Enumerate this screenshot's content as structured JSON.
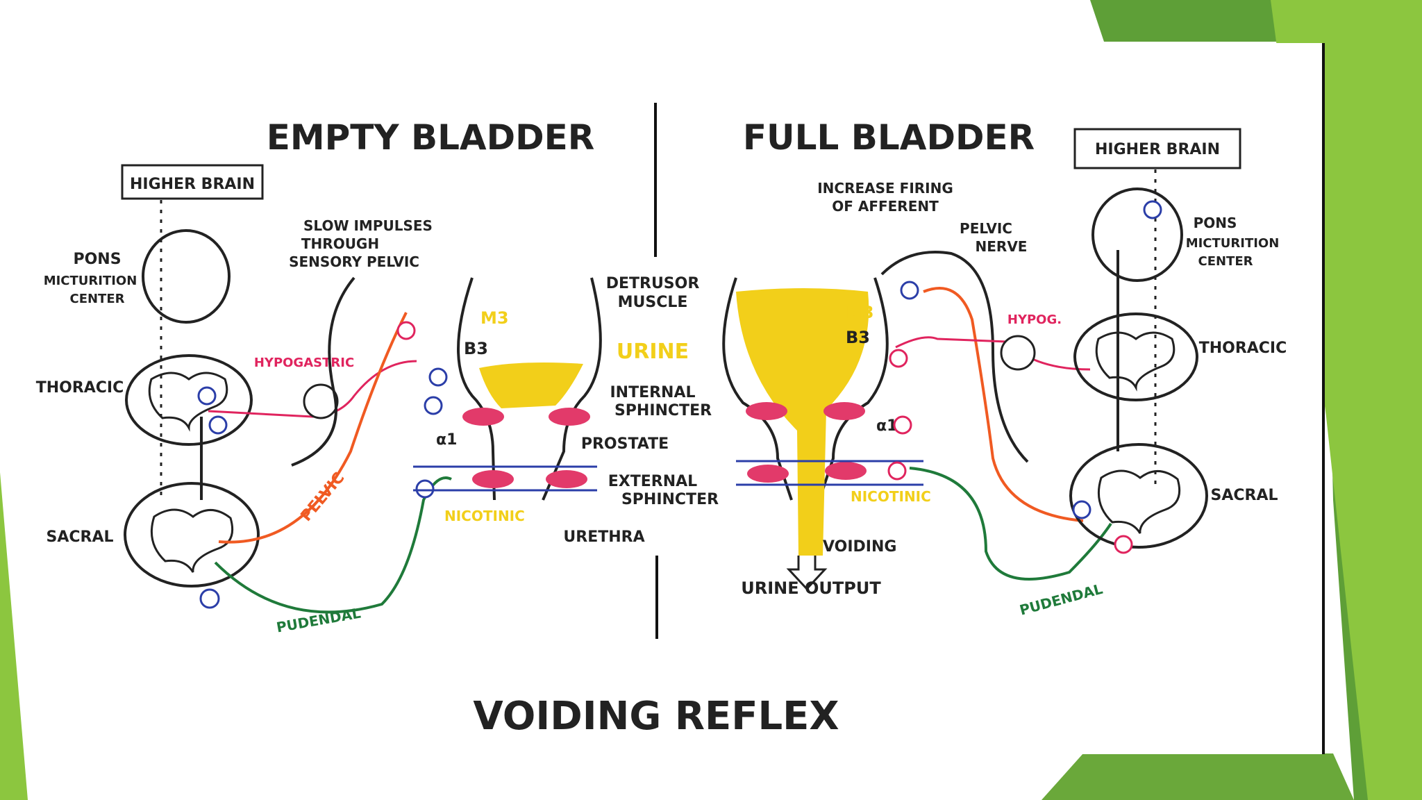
{
  "colors": {
    "background": "#ffffff",
    "green_dark": "#5b9a2e",
    "green_light": "#8cc63f",
    "ink": "#222222",
    "urine": "#f2cf1a",
    "sympathetic_red": "#e0245e",
    "pelvic_orange": "#f05a22",
    "pudendal_green": "#1f7a3a",
    "motor_blue": "#2b3ea8",
    "sphincter_pink": "#e23a6a"
  },
  "titles": {
    "empty": "EMPTY BLADDER",
    "full": "FULL BLADDER",
    "bottom": "VOIDING REFLEX"
  },
  "left_side": {
    "higher_brain": "HIGHER BRAIN",
    "pons": [
      "PONS",
      "MICTURITION",
      "CENTER"
    ],
    "thoracic": "THORACIC",
    "sacral": "SACRAL",
    "hypogastric": "HYPOGASTRIC",
    "pelvic": "PELVIC",
    "pudendal": "PUDENDAL",
    "slow_impulses": [
      "SLOW IMPULSES",
      "THROUGH",
      "SENSORY PELVIC"
    ],
    "m3": "M3",
    "b3": "B3",
    "alpha1": "α1",
    "nicotinic": "NICOTINIC"
  },
  "center": {
    "detrusor": [
      "DETRUSOR",
      "MUSCLE"
    ],
    "urine": "URINE",
    "internal_sphincter": [
      "INTERNAL",
      "SPHINCTER"
    ],
    "prostate": "PROSTATE",
    "external_sphincter": [
      "EXTERNAL",
      "SPHINCTER"
    ],
    "urethra": "URETHRA"
  },
  "right_side": {
    "higher_brain": "HIGHER BRAIN",
    "increase_firing": [
      "INCREASE FIRING",
      "OF AFFERENT",
      "PELVIC",
      "NERVE"
    ],
    "pons": [
      "PONS",
      "MICTURITION",
      "CENTER"
    ],
    "thoracic": "THORACIC",
    "sacral": "SACRAL",
    "hypogastric": "HYPOG.",
    "pudendal": "PUDENDAL",
    "m3": "M3",
    "b3": "B3",
    "alpha1": "α1",
    "nicotinic": "NICOTINIC",
    "voiding": "VOIDING",
    "urine_output": "URINE OUTPUT"
  }
}
